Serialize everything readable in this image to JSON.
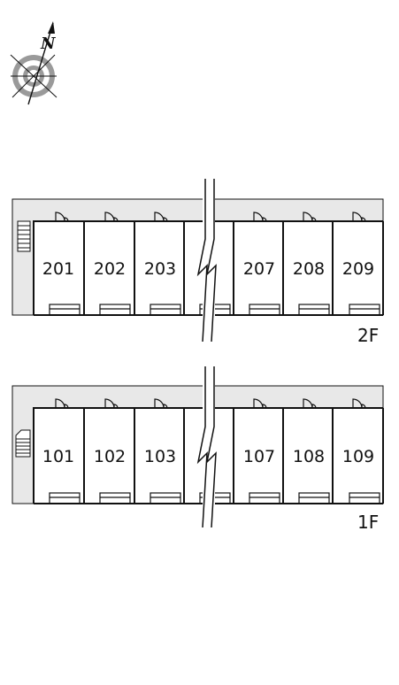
{
  "compass": {
    "north_label": "N",
    "icon": "compass-rose-icon"
  },
  "floors": [
    {
      "id": "2f",
      "label": "2F",
      "units_left": [
        "201",
        "202",
        "203"
      ],
      "units_right": [
        "207",
        "208",
        "209"
      ],
      "stair_icon": "stair-icon"
    },
    {
      "id": "1f",
      "label": "1F",
      "units_left": [
        "101",
        "102",
        "103"
      ],
      "units_right": [
        "107",
        "108",
        "109"
      ],
      "stair_icon": "stair-icon"
    }
  ],
  "colors": {
    "corridor": "#e8e8e8",
    "line": "#111111",
    "compass_ring": "#9a9a9a"
  }
}
